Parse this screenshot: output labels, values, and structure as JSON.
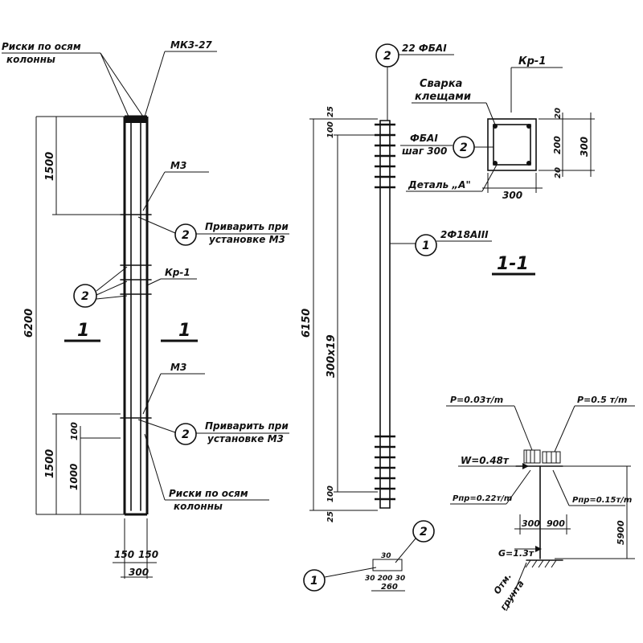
{
  "left_view": {
    "label_marks_top": [
      "Риски по осям",
      "колонны"
    ],
    "label_mk": "МК3-27",
    "label_m3_top": "М3",
    "label_weld_top": [
      "Приварить при",
      "установке М3"
    ],
    "label_kr": "Кр-1",
    "section_mark_left": "1",
    "section_mark_right": "1",
    "label_m3_bottom": "М3",
    "label_weld_bottom": [
      "Приварить при",
      "установке М3"
    ],
    "label_marks_bottom": [
      "Риски по осям",
      "колонны"
    ],
    "bubble_top": "2",
    "bubble_mid": "2",
    "bubble_bottom": "2",
    "dim_total": "6200",
    "dim_top": "1500",
    "dim_bottom": "1500",
    "dim_1000": "1000",
    "dim_100": "100",
    "dim_150_a": "150",
    "dim_150_b": "150",
    "dim_300": "300"
  },
  "middle_view": {
    "bubble_top": "2",
    "label_top": "22 ФБАI",
    "bubble_rebar": "1",
    "label_rebar": "2Ф18АIII",
    "dim_total": "6150",
    "dim_spacing": "300x19",
    "dim_25": "25",
    "dim_top_100": "100",
    "dim_bottom_100": "100",
    "dim_25b": "25",
    "bubble_bottom_1": "1",
    "bubble_bottom_2": "2",
    "dim_small": [
      "30",
      "30 200 30"
    ],
    "dim_260": "260"
  },
  "section": {
    "title": "Кр-1",
    "label_weld": [
      "Сварка",
      "клещами"
    ],
    "label_stirrup": [
      "ФБАI",
      "шаг 300"
    ],
    "bubble": "2",
    "label_detail": "Деталь „А\"",
    "dim_300_w": "300",
    "dim_300_h": "300",
    "dim_200": "200",
    "dim_20a": "20",
    "dim_20b": "20",
    "section_mark": "1-1"
  },
  "loads": {
    "p1": "P=0.03т/m",
    "p2": "P=0.5 т/m",
    "w": "W=0.48т",
    "pl": "Pпр=0.22т/m",
    "pr": "Pпр=0.15т/m",
    "dim_300": "300",
    "dim_900": "900",
    "dim_h": "5900",
    "g": "G=1.3т",
    "ground": [
      "Отм.",
      "грунта"
    ]
  }
}
